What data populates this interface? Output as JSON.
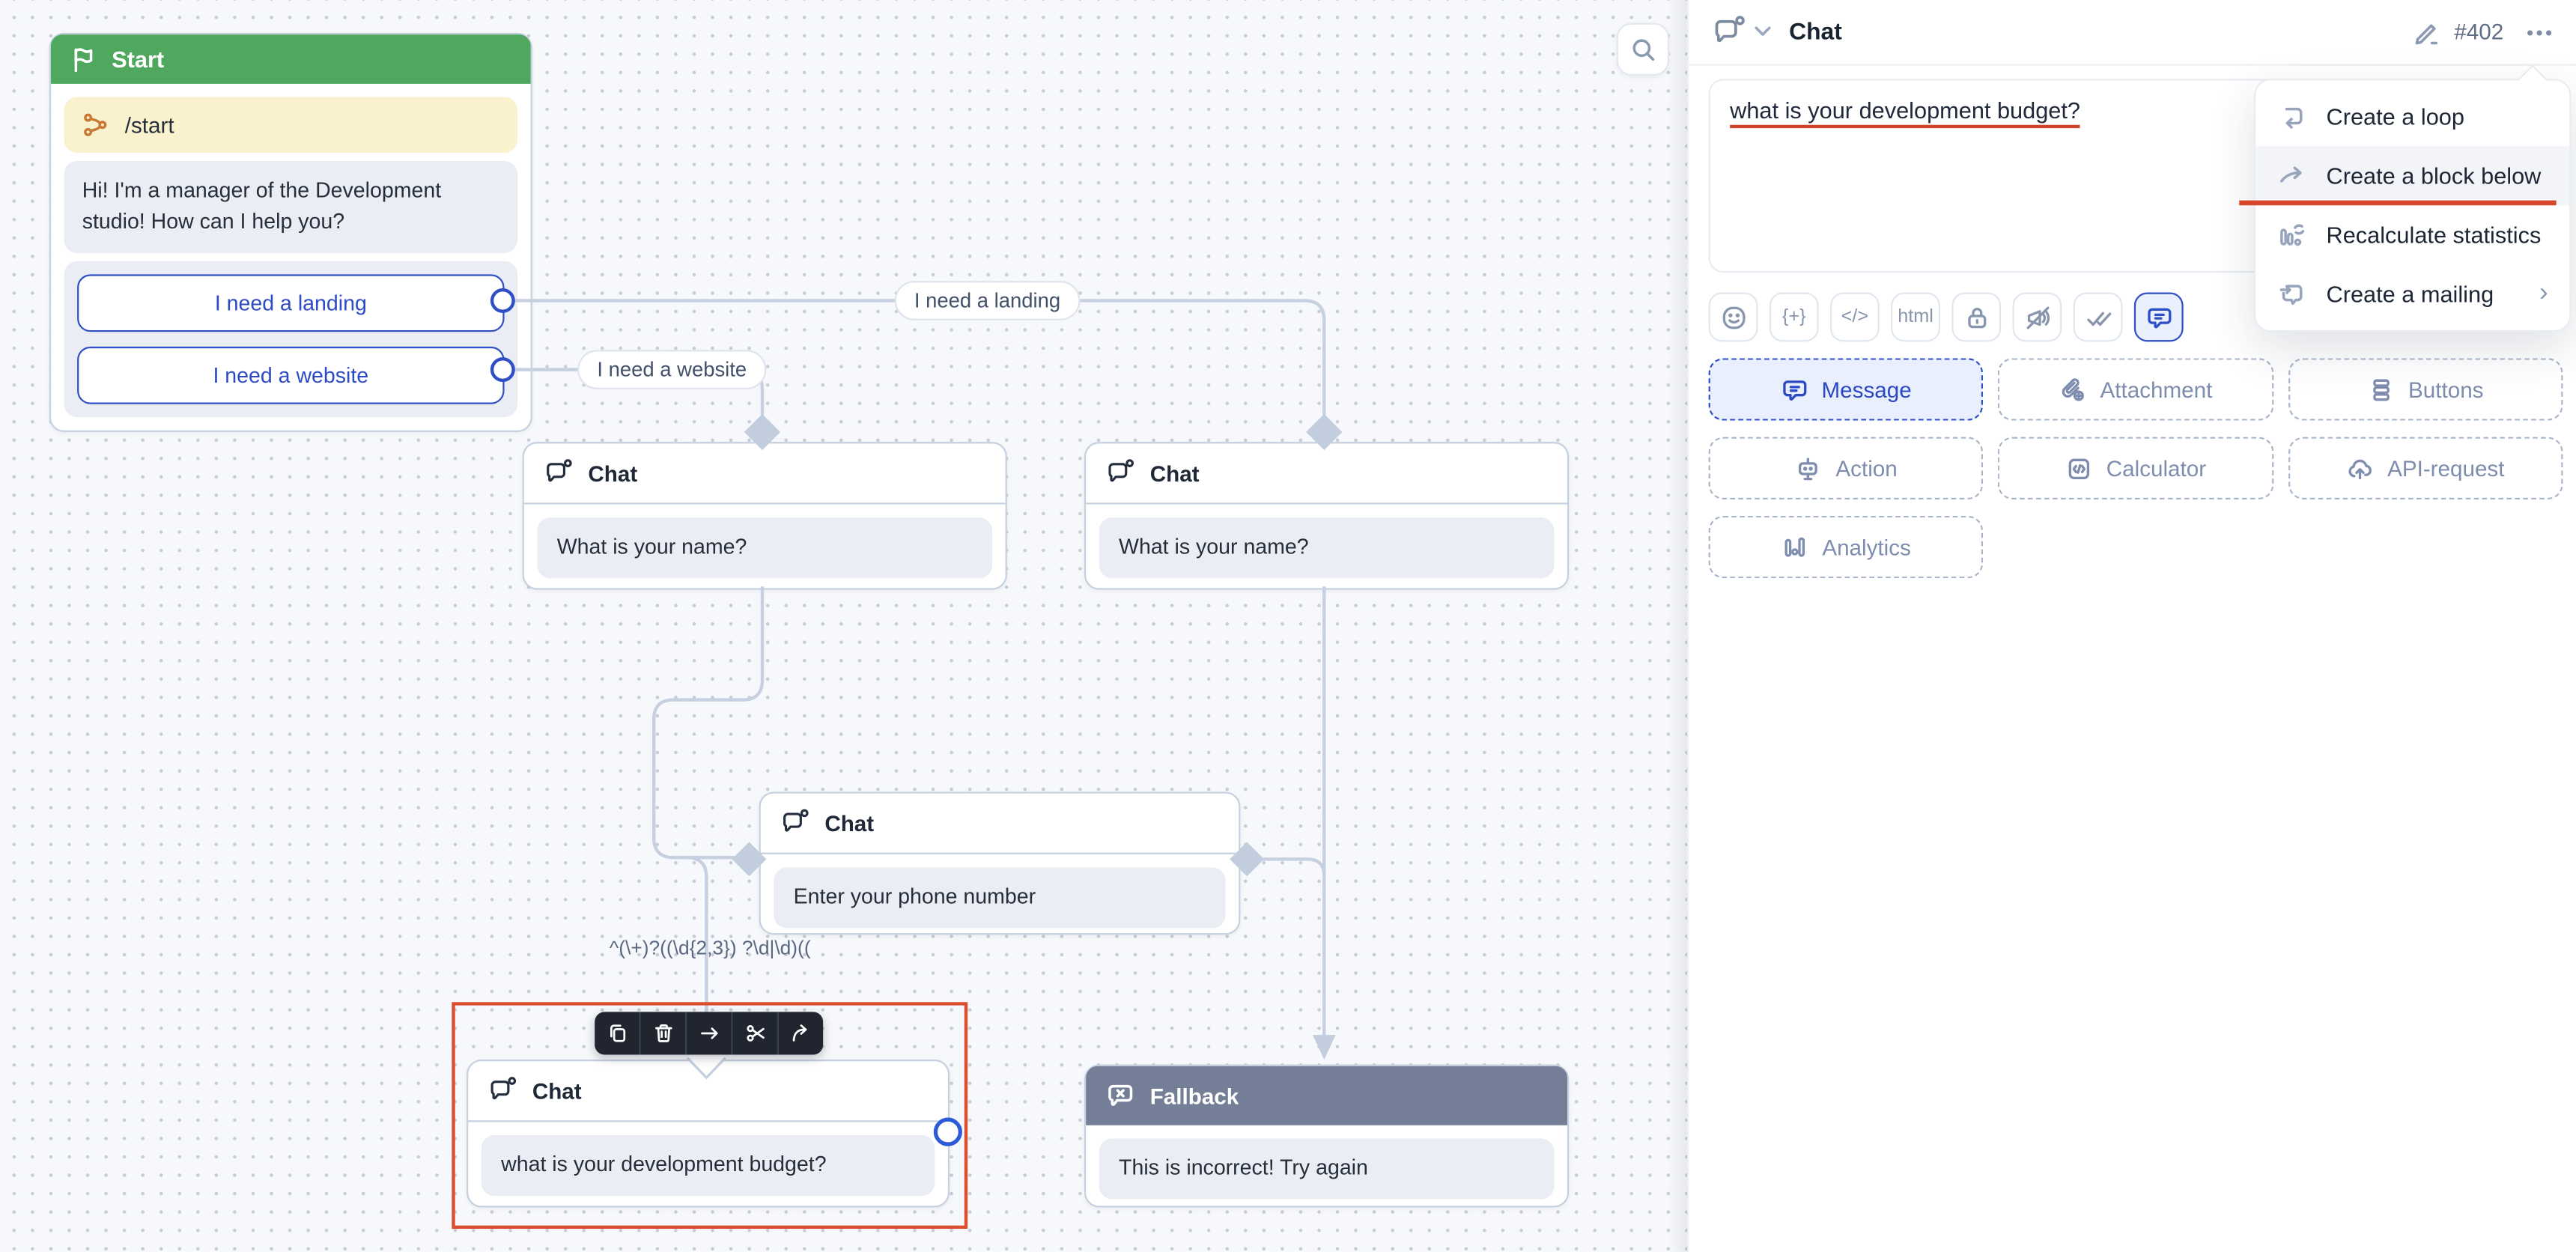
{
  "canvas": {
    "search_button": {
      "icon": "search-icon"
    },
    "nodes": {
      "start": {
        "icon": "flag-icon",
        "title": "Start",
        "command": {
          "icon": "branch-icon",
          "text": "/start"
        },
        "message": "Hi! I'm a manager of the Development studio! How can I help you?",
        "buttons": [
          {
            "label": "I need a landing"
          },
          {
            "label": "I need a website"
          }
        ]
      },
      "chat_left": {
        "icon": "chat-bubble-icon",
        "title": "Chat",
        "message": "What is your name?"
      },
      "chat_right": {
        "icon": "chat-bubble-icon",
        "title": "Chat",
        "message": "What is your name?"
      },
      "chat_phone": {
        "icon": "chat-bubble-icon",
        "title": "Chat",
        "message": "Enter your phone number"
      },
      "chat_budget": {
        "icon": "chat-bubble-icon",
        "title": "Chat",
        "message": "what is your development budget?",
        "selected": true
      },
      "fallback": {
        "icon": "fallback-bubble-icon",
        "title": "Fallback",
        "message": "This is incorrect! Try again"
      }
    },
    "edge_labels": {
      "landing": "I need a landing",
      "website": "I need a website",
      "regex": "^(\\+)?((\\d{2,3}) ?\\d|\\d)(("
    },
    "selection_toolbar": {
      "icons": [
        "copy-icon",
        "trash-icon",
        "arrow-right-icon",
        "scissors-icon",
        "share-icon"
      ]
    }
  },
  "panel": {
    "header": {
      "icon": "chat-bubble-icon",
      "title": "Chat",
      "block_id": "#402",
      "edit_icon": "pencil-icon",
      "more_label": "•••"
    },
    "editor": {
      "text": "what is your development budget?"
    },
    "format_toolbar": {
      "icons": [
        "emoji-icon",
        "variable-icon",
        "code-icon",
        "html-icon",
        "lock-icon",
        "notification-off-icon",
        "double-check-icon",
        "message-icon"
      ],
      "labels": {
        "variable": "{+}",
        "code": "</>",
        "html": "html"
      }
    },
    "block_buttons": [
      {
        "label": "Message",
        "icon": "message-icon",
        "active": true
      },
      {
        "label": "Attachment",
        "icon": "attachment-icon"
      },
      {
        "label": "Buttons",
        "icon": "buttons-icon"
      },
      {
        "label": "Action",
        "icon": "action-icon"
      },
      {
        "label": "Calculator",
        "icon": "calculator-icon"
      },
      {
        "label": "API-request",
        "icon": "api-request-icon"
      },
      {
        "label": "Analytics",
        "icon": "analytics-icon"
      }
    ]
  },
  "context_menu": {
    "items": [
      {
        "label": "Create a loop",
        "icon": "loop-icon"
      },
      {
        "label": "Create a block below",
        "icon": "arrow-curve-icon",
        "highlighted": true
      },
      {
        "label": "Recalculate statistics",
        "icon": "statistics-icon"
      },
      {
        "label": "Create a mailing",
        "icon": "mailing-icon",
        "has_submenu": true
      }
    ],
    "submenu_chevron": "›"
  },
  "colors": {
    "accent_blue": "#2e4fc5",
    "start_green": "#50a75e",
    "fallback_gray": "#747f97",
    "selection_red": "#dc4e2d",
    "command_yellow": "#faf1cf",
    "bubble_gray": "#eaedf4",
    "edge_line": "#c6d0e0",
    "canvas_bg": "#f7f8fb",
    "underline_red": "#cf4329"
  }
}
